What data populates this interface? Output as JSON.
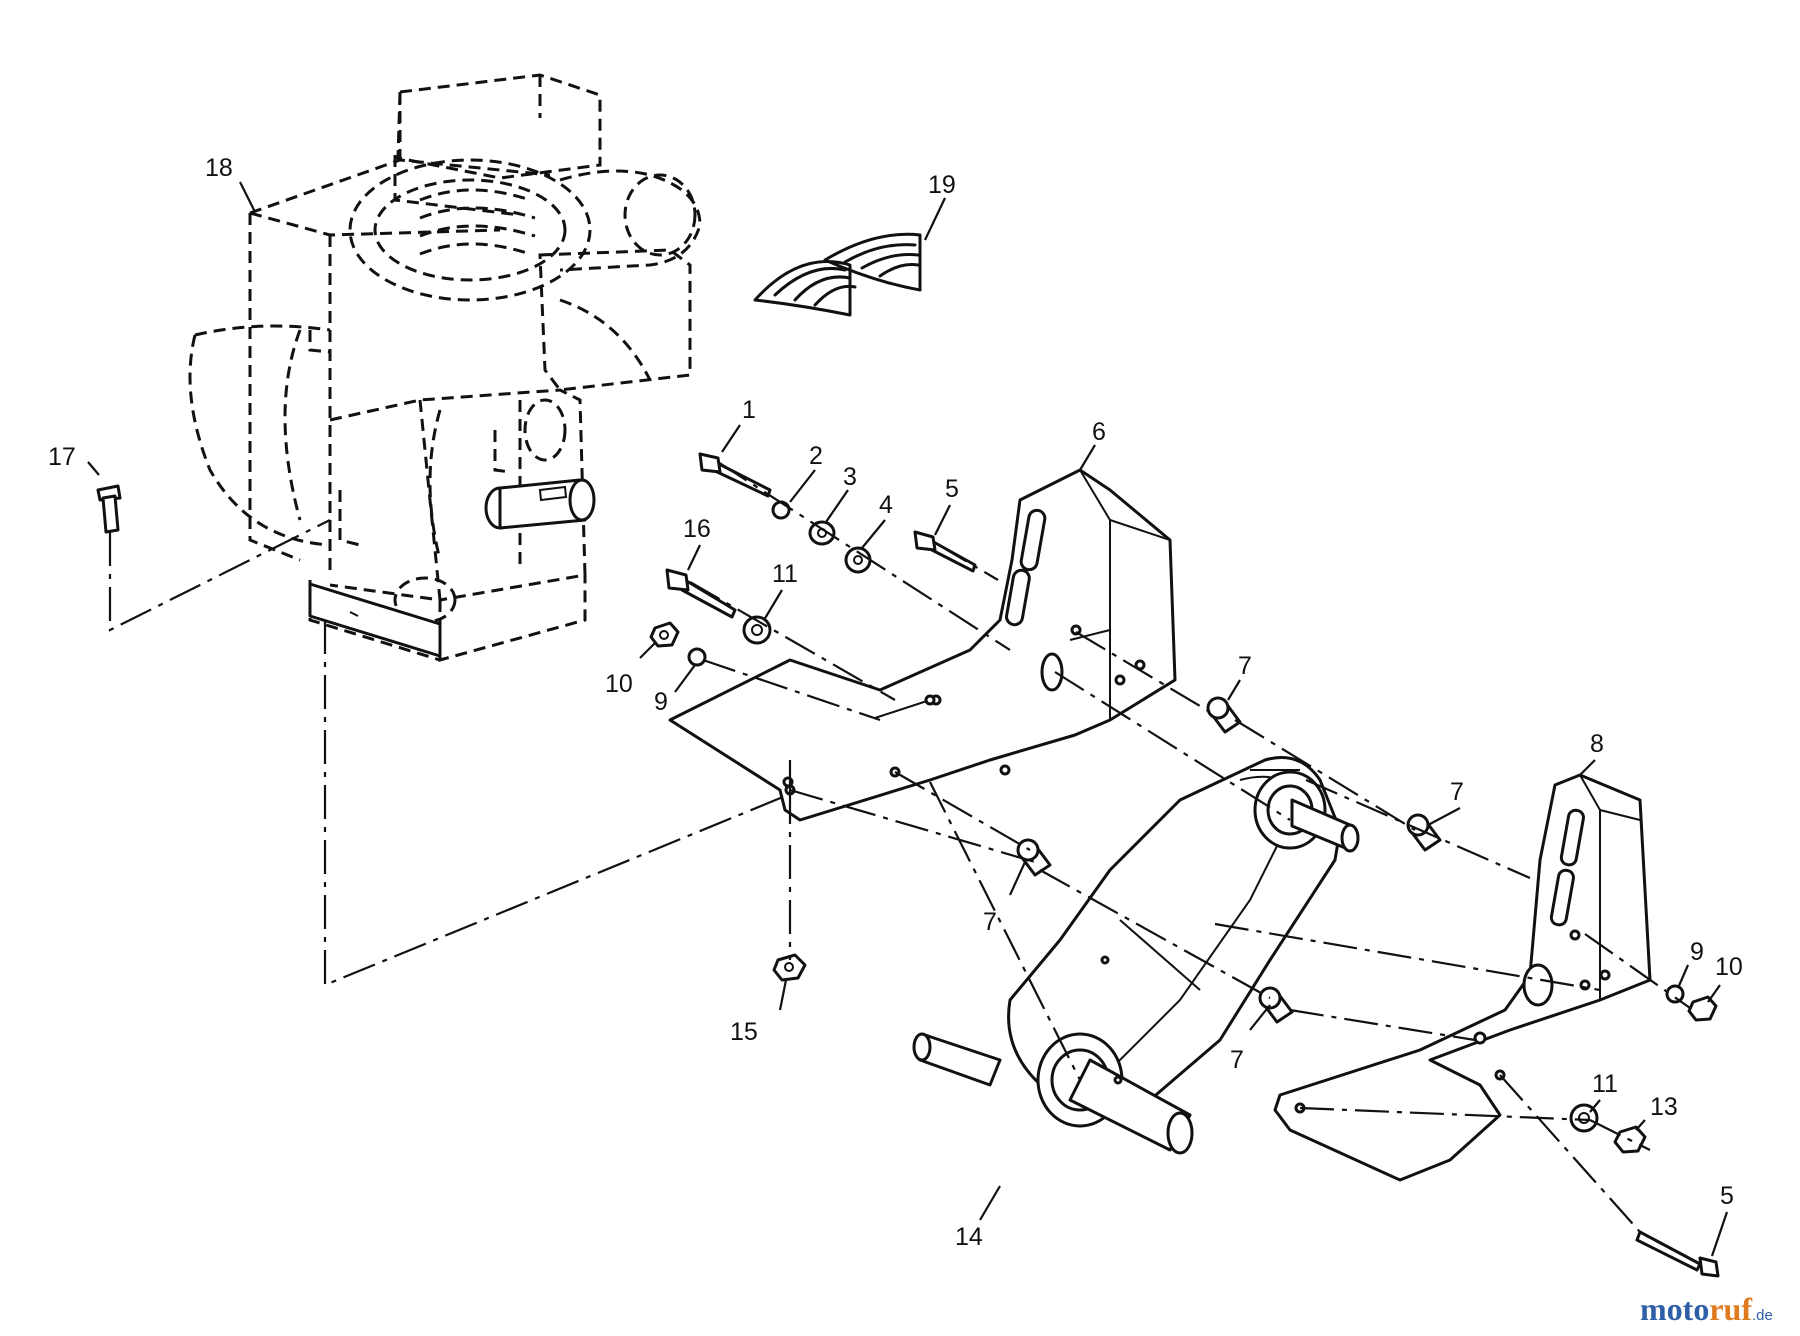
{
  "callouts": [
    "1",
    "2",
    "3",
    "4",
    "5",
    "6",
    "7",
    "8",
    "9",
    "10",
    "11",
    "13",
    "14",
    "15",
    "16",
    "17",
    "18",
    "19"
  ],
  "labels": {
    "c1": "1",
    "c2": "2",
    "c3": "3",
    "c4": "4",
    "c5a": "5",
    "c5b": "5",
    "c6": "6",
    "c7a": "7",
    "c7b": "7",
    "c7c": "7",
    "c7d": "7",
    "c8": "8",
    "c9a": "9",
    "c9b": "9",
    "c10a": "10",
    "c10b": "10",
    "c11a": "11",
    "c11b": "11",
    "c13": "13",
    "c14": "14",
    "c15": "15",
    "c16": "16",
    "c17": "17",
    "c18": "18",
    "c19": "19"
  },
  "watermark": {
    "part1": "moto",
    "part2": "ruf",
    "suffix": ".de"
  }
}
